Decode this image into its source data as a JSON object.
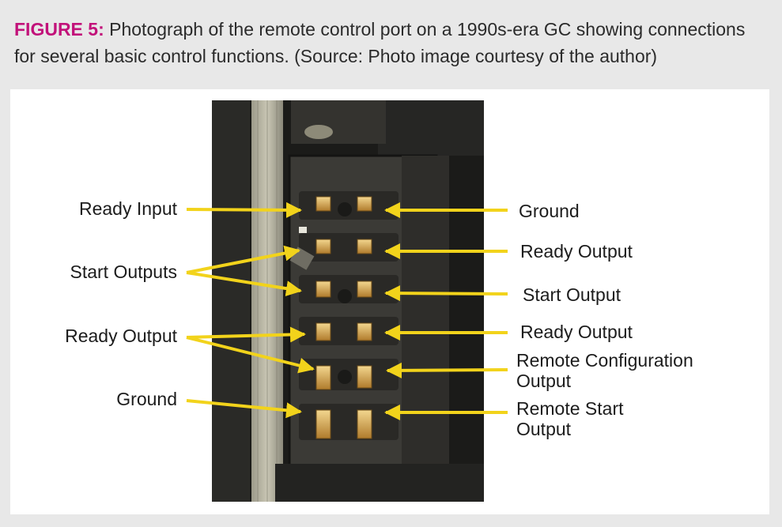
{
  "caption": {
    "lead": "FIGURE 5:",
    "text": " Photograph of the remote control port on a 1990s-era GC showing connections for several basic control functions. (Source: Photo image courtesy of the author)"
  },
  "labels_left": {
    "ready_input": "Ready Input",
    "start_outputs": "Start Outputs",
    "ready_output": "Ready Output",
    "ground": "Ground"
  },
  "labels_right": {
    "ground": "Ground",
    "ready_output_1": "Ready Output",
    "start_output": "Start Output",
    "ready_output_2": "Ready Output",
    "remote_config_line1": "Remote Configuration",
    "remote_config_line2": "Output",
    "remote_start_line1": "Remote Start",
    "remote_start_line2": "Output"
  },
  "colors": {
    "caption_lead": "#c2127a",
    "arrow": "#f2d31b",
    "background": "#e8e8e8",
    "panel": "#ffffff"
  }
}
